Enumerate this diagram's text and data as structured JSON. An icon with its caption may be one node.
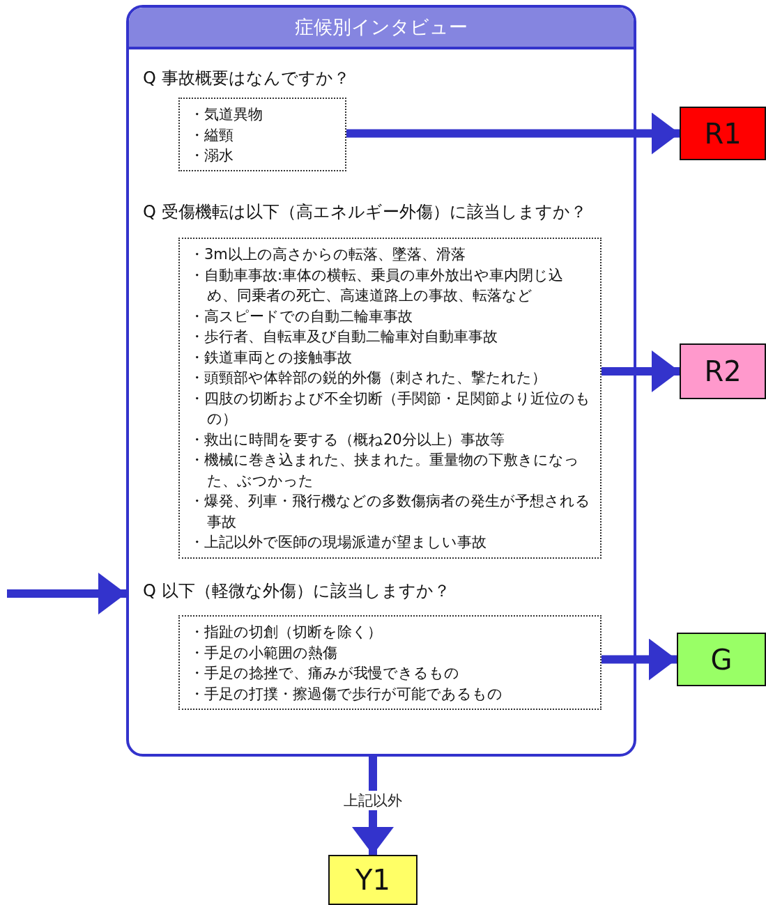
{
  "diagram": {
    "nodes": [
      {
        "text": [
          "症候別インタビュー",
          "Q 事故概要はなんですか？",
          "Q 受傷機転は以下（高エネルギー外傷）に該当しますか？",
          "Q 以下（軽微な外傷）に該当しますか？"
        ]
      },
      {
        "text": [
          "・気道異物",
          "・縊頸",
          "・溺水"
        ],
        "in": 0
      },
      {
        "text": [
          "・3m以上の高さからの転落、墜落、滑落",
          "・自動車事故:車体の横転、乗員の車外放出や車内閉じ込め、同乗者の死亡、高速道路上の事故、転落など",
          "・高スピードでの自動二輪車事故",
          "・歩行者、自転車及び自動二輪車対自動車事故",
          "・鉄道車両との接触事故",
          "・頭頸部や体幹部の鋭的外傷（刺された、撃たれた）",
          "・四肢の切断および不全切断（手関節・足関節より近位のもの）",
          "・救出に時間を要する（概ね20分以上）事故等",
          "・機械に巻き込まれた、挟まれた。重量物の下敷きになった、ぶつかった",
          "・爆発、列車・飛行機などの多数傷病者の発生が予想される事故",
          "・上記以外で医師の現場派遣が望ましい事故"
        ],
        "in": 0
      },
      {
        "text": [
          "・指趾の切創（切断を除く）",
          "・手足の小範囲の熱傷",
          "・手足の捻挫で、痛みが我慢できるもの",
          "・手足の打撲・擦過傷で歩行が可能であるもの"
        ],
        "in": 0
      },
      {
        "text": [
          "R1"
        ]
      },
      {
        "text": [
          "R2"
        ]
      },
      {
        "text": [
          "G"
        ]
      },
      {
        "text": [
          "Y1"
        ]
      }
    ],
    "edges": [
      {
        "from": null,
        "to": 0,
        "arrow": "to"
      },
      {
        "from": 1,
        "to": 4,
        "arrow": "to"
      },
      {
        "from": 2,
        "to": 5,
        "arrow": "to"
      },
      {
        "from": 3,
        "to": 6,
        "arrow": "to"
      },
      {
        "from": 0,
        "to": 7,
        "arrow": "to",
        "label": "上記以外"
      }
    ]
  }
}
